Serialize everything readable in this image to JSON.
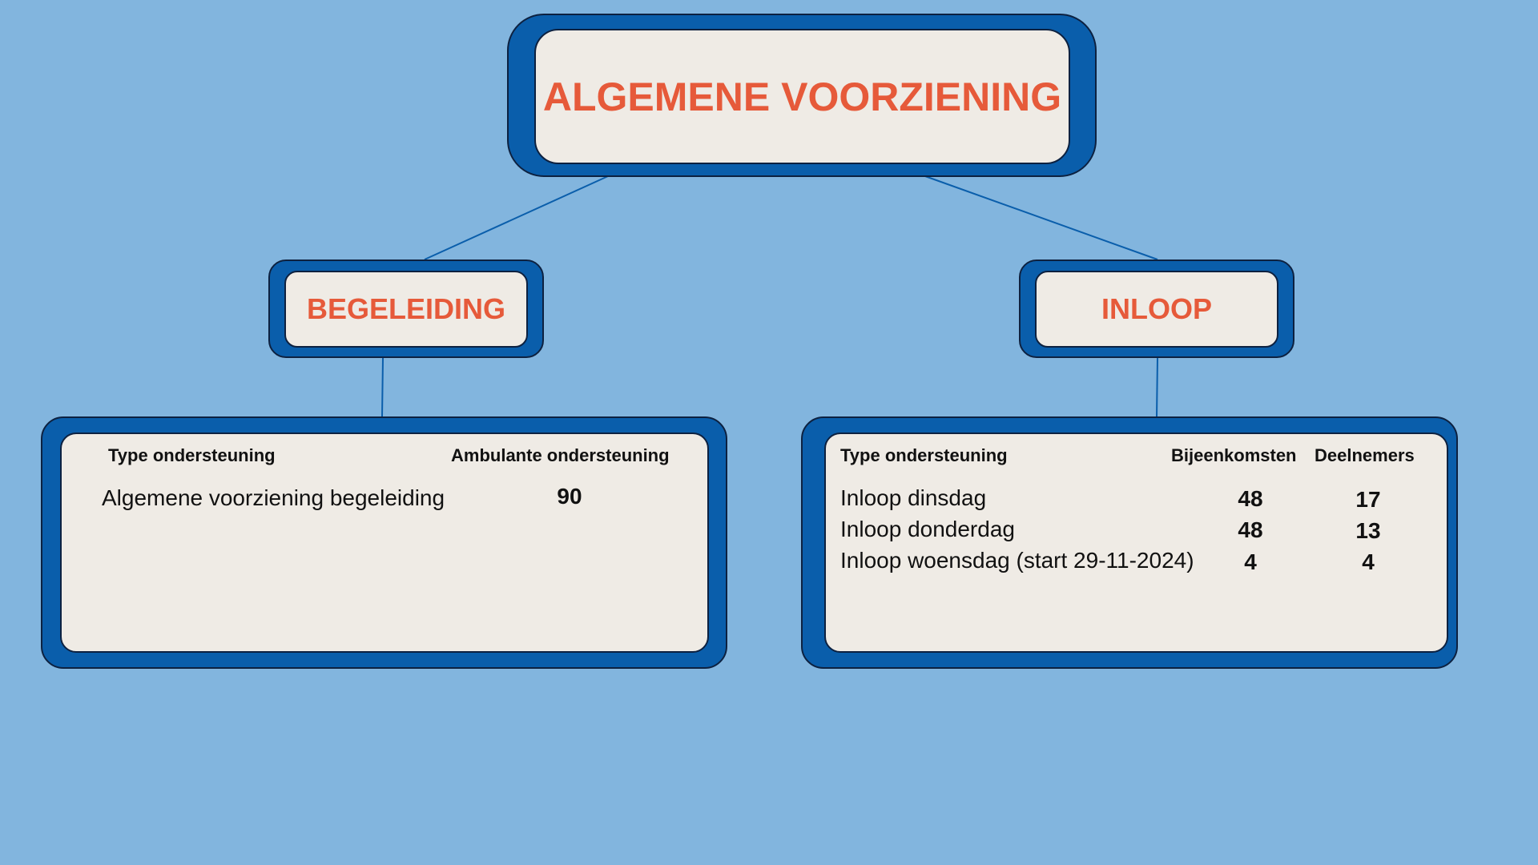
{
  "root": {
    "title": "ALGEMENE VOORZIENING"
  },
  "begeleiding": {
    "title": "BEGELEIDING",
    "table": {
      "headers": [
        "Type ondersteuning",
        "Ambulante ondersteuning"
      ],
      "rows": [
        {
          "label": "Algemene voorziening begeleiding",
          "value": "90"
        }
      ]
    }
  },
  "inloop": {
    "title": "INLOOP",
    "table": {
      "headers": [
        "Type ondersteuning",
        "Bijeenkomsten",
        "Deelnemers"
      ],
      "rows": [
        {
          "label": "Inloop dinsdag",
          "bijeenkomsten": "48",
          "deelnemers": "17"
        },
        {
          "label": "Inloop donderdag",
          "bijeenkomsten": "48",
          "deelnemers": "13"
        },
        {
          "label": "Inloop woensdag (start 29-11-2024)",
          "bijeenkomsten": "4",
          "deelnemers": "4"
        }
      ]
    }
  },
  "colors": {
    "background": "#82b5de",
    "frame": "#0a5eab",
    "panel": "#efebe5",
    "title": "#e65a3a"
  }
}
